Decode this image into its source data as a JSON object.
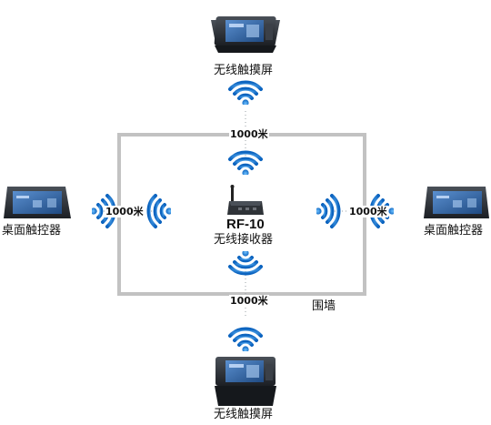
{
  "labels": {
    "top_device": "无线触摸屏",
    "bottom_device": "无线触摸屏",
    "left_device": "桌面触控器",
    "right_device": "桌面触控器",
    "receiver_model": "RF-10",
    "receiver_name": "无线接收器",
    "wall": "围墙"
  },
  "distances": {
    "top": "1000米",
    "bottom": "1000米",
    "left": "1000米",
    "right": "1000米"
  },
  "colors": {
    "wall": "#c2c2c2",
    "wifi_blue": "#1d7fd6",
    "device_body": "#2b2f36",
    "screen": "#3a6fb0"
  }
}
